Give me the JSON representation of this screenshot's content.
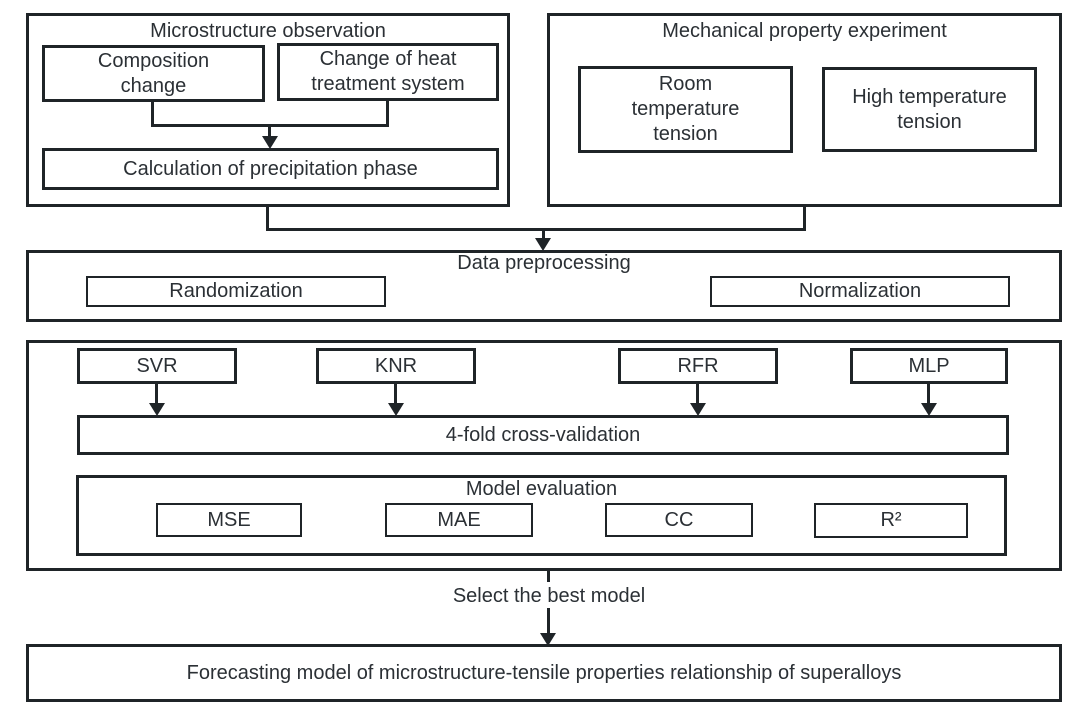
{
  "diagram": {
    "microstructure": {
      "title": "Microstructure observation",
      "composition": "Composition\nchange",
      "heat_treatment": "Change of heat\ntreatment system",
      "calculation": "Calculation of precipitation phase"
    },
    "mechanical": {
      "title": "Mechanical property experiment",
      "room_tension": "Room\ntemperature\ntension",
      "high_tension": "High temperature\ntension"
    },
    "preprocessing": {
      "title": "Data preprocessing",
      "randomization": "Randomization",
      "normalization": "Normalization"
    },
    "modeling": {
      "algorithms": [
        "SVR",
        "KNR",
        "RFR",
        "MLP"
      ],
      "cross_validation": "4-fold cross-validation",
      "evaluation": {
        "title": "Model evaluation",
        "metrics": [
          "MSE",
          "MAE",
          "CC",
          "R²"
        ]
      }
    },
    "select_label": "Select the best model",
    "forecast": "Forecasting model of microstructure-tensile properties relationship of superalloys"
  },
  "colors": {
    "background": "#ffffff",
    "border": "#1f2428",
    "text": "#2b3035"
  }
}
